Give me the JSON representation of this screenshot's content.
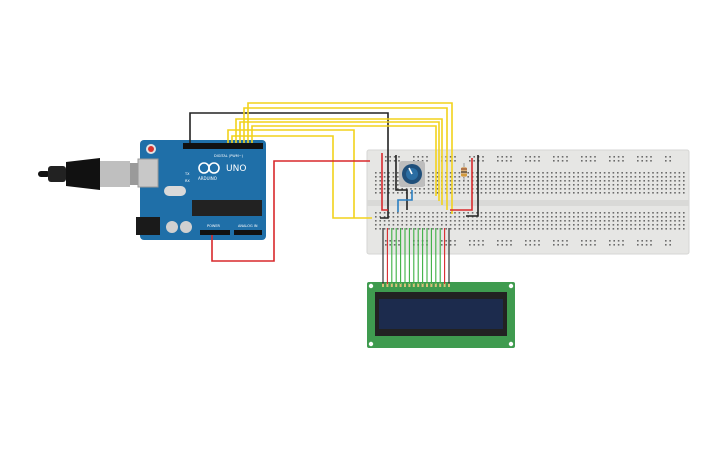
{
  "arduino": {
    "brand_logo_text": "ARDUINO",
    "model_text": "UNO",
    "digital_header_text": "DIGITAL (PWM~)",
    "power_label": "POWER",
    "analog_label": "ANALOG IN",
    "tx_label": "TX",
    "rx_label": "RX"
  },
  "colors": {
    "board": "#1f6fa8",
    "wire_yellow": "#f2d21c",
    "wire_red": "#d8282b",
    "wire_black": "#222222",
    "wire_blue": "#2a7fc2",
    "wire_green": "#3cb043",
    "breadboard": "#e6e6e4",
    "lcd_pcb": "#3f9b4f",
    "lcd_screen": "#1c2b4d"
  },
  "components": [
    "usb-cable",
    "arduino-uno",
    "breadboard",
    "potentiometer",
    "resistor",
    "lcd-16x2"
  ]
}
